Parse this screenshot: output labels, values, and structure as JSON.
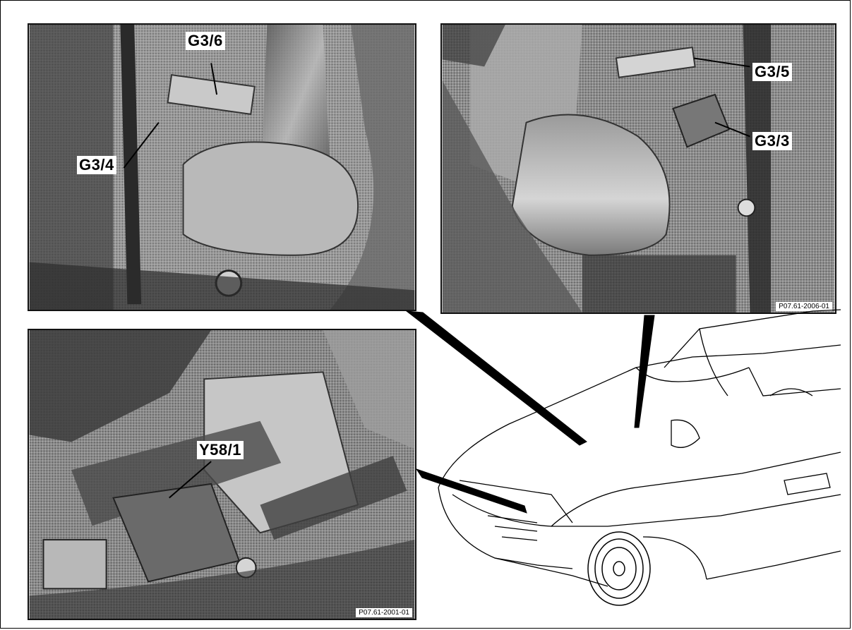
{
  "figure": {
    "photos": {
      "top_left": {
        "labels": [
          "G3/6",
          "G3/4"
        ]
      },
      "top_right": {
        "labels": [
          "G3/5",
          "G3/3"
        ],
        "ref": "P07.61-2006-01"
      },
      "bottom_left": {
        "labels": [
          "Y58/1"
        ],
        "ref": "P07.61-2001-01"
      }
    },
    "illustration": "car-front-view-line-drawing",
    "colors": {
      "photo_dark": "#3a3a3a",
      "photo_mid": "#8a8a8a",
      "photo_light": "#d8d8d8",
      "line": "#000000"
    }
  }
}
